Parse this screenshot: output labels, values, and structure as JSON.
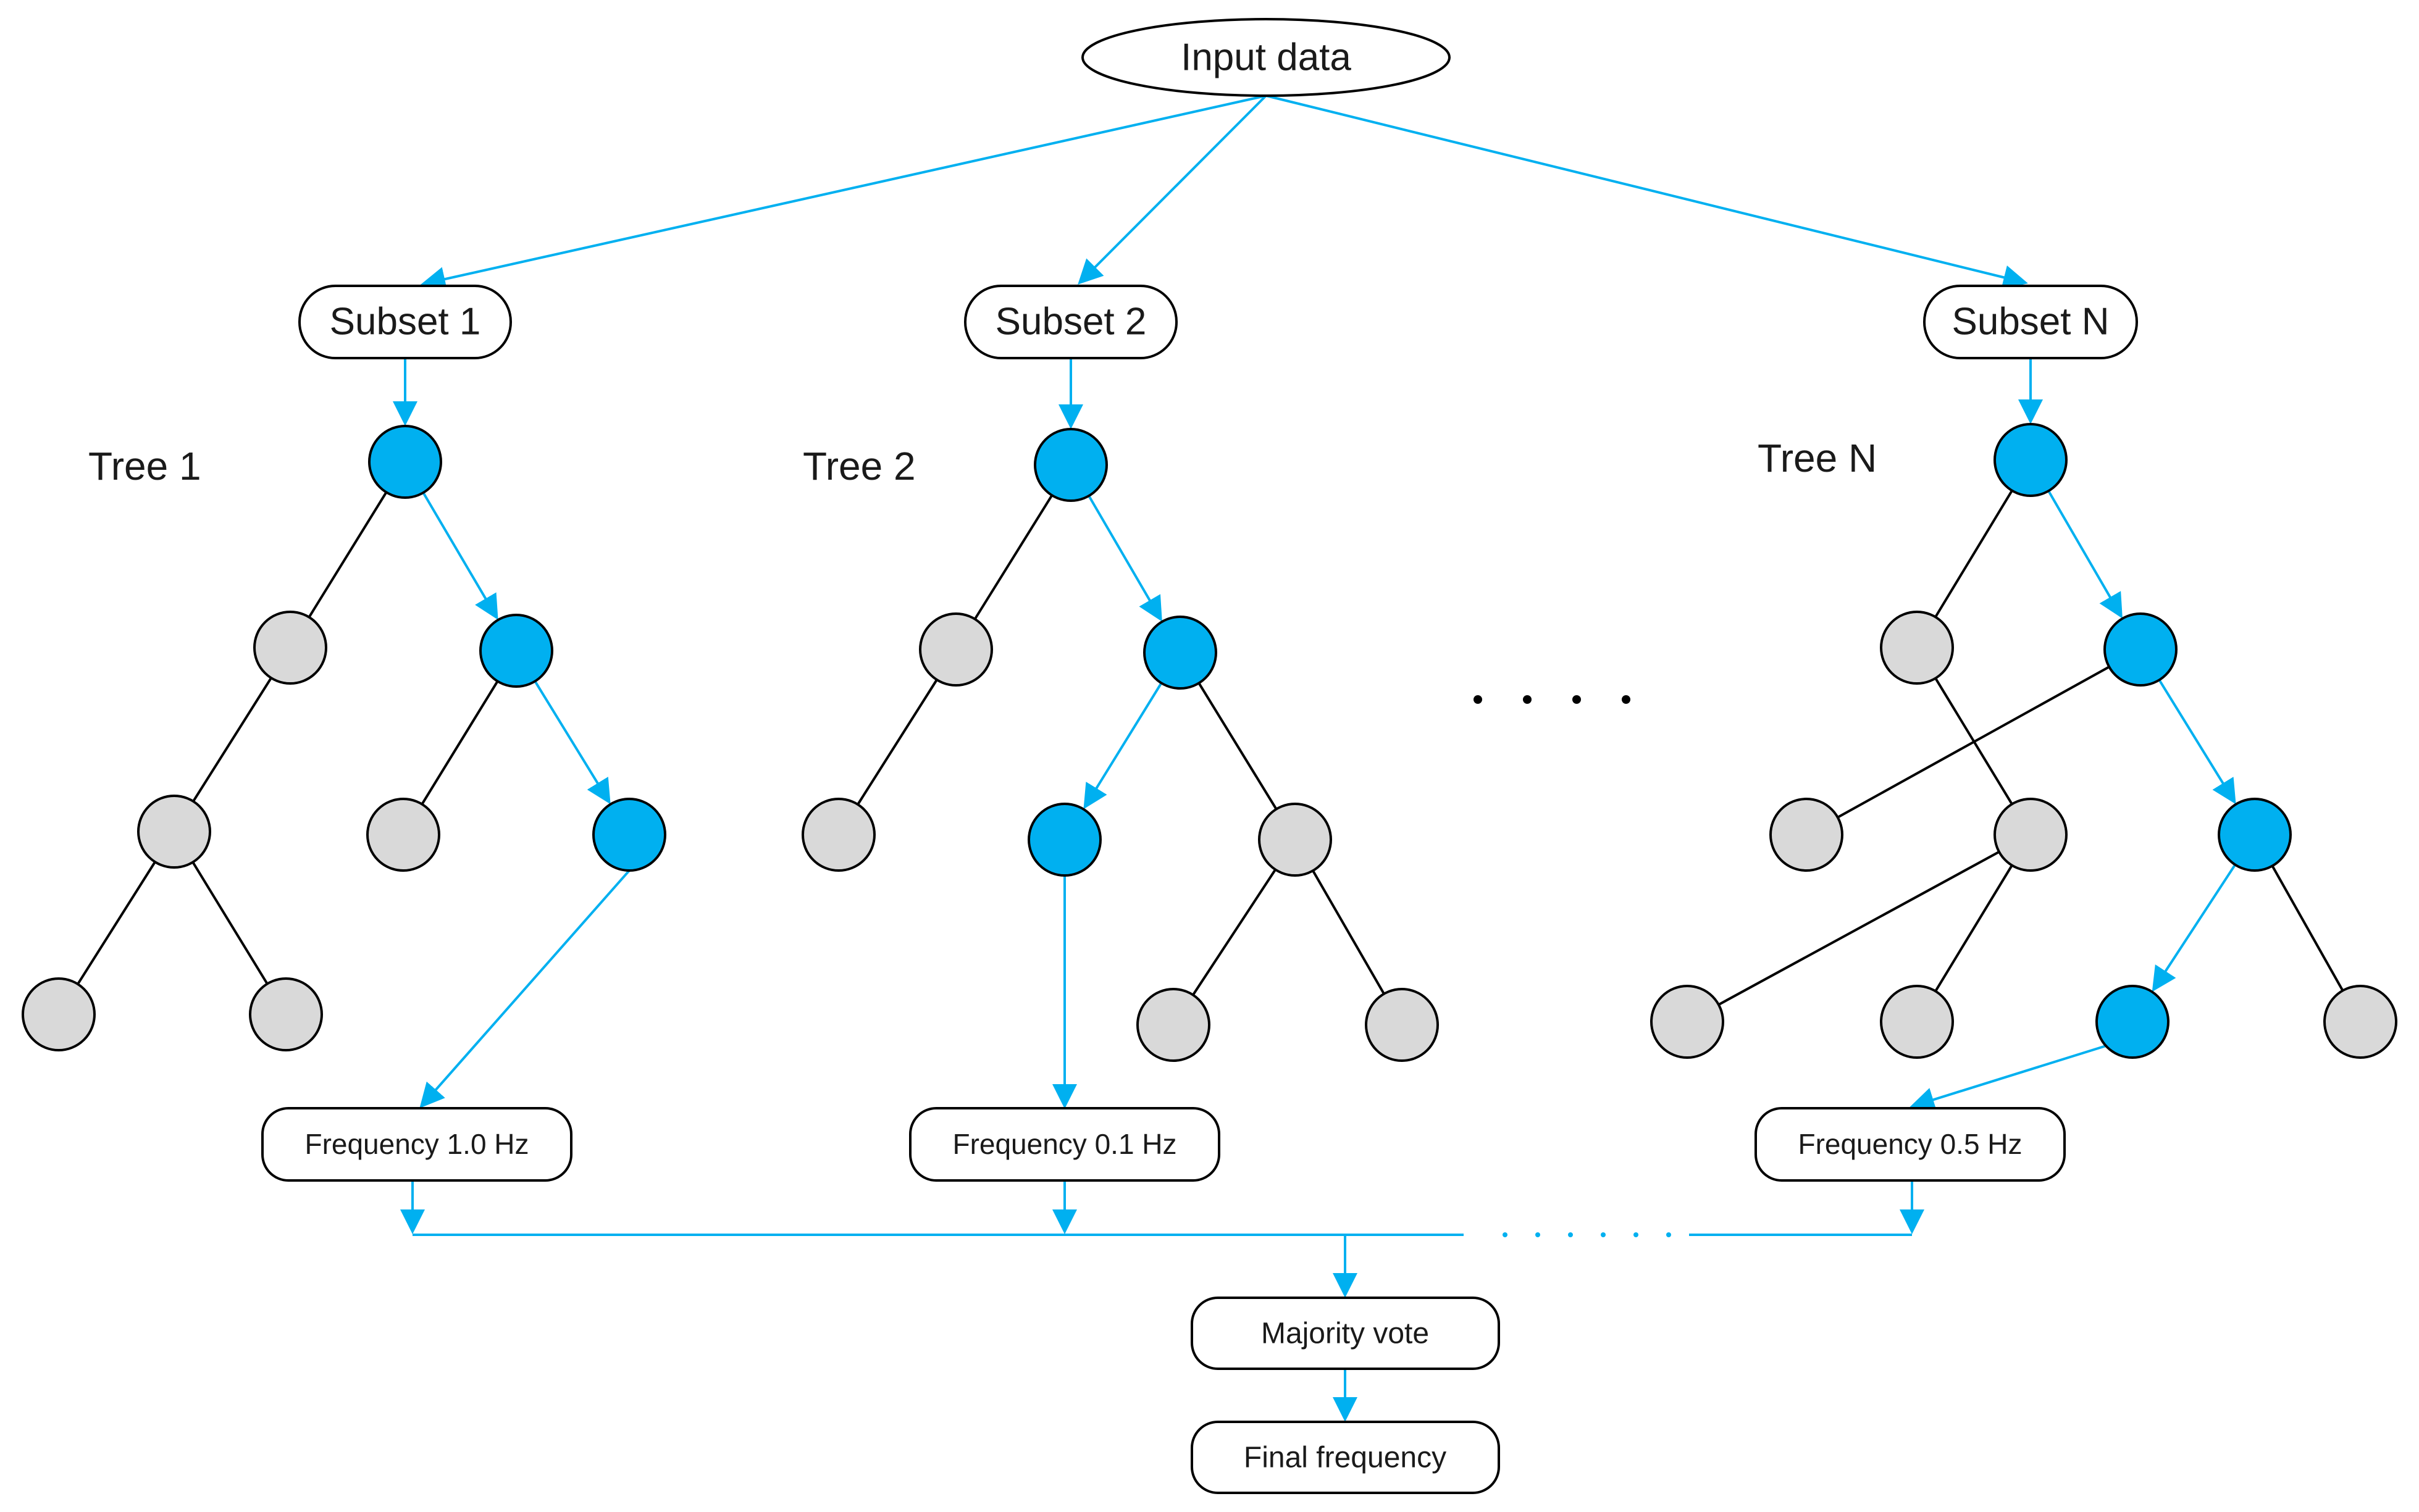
{
  "input_label": "Input data",
  "subsets": [
    "Subset 1",
    "Subset 2",
    "Subset N"
  ],
  "trees": [
    "Tree 1",
    "Tree 2",
    "Tree N"
  ],
  "frequencies": [
    "Frequency 1.0 Hz",
    "Frequency 0.1 Hz",
    "Frequency 0.5 Hz"
  ],
  "vote_label": "Majority vote",
  "final_label": "Final frequency",
  "colors": {
    "active_node": "#00b0f0",
    "inactive_node": "#d9d9d9",
    "arrow": "#00b0f0",
    "edge": "#000000"
  }
}
